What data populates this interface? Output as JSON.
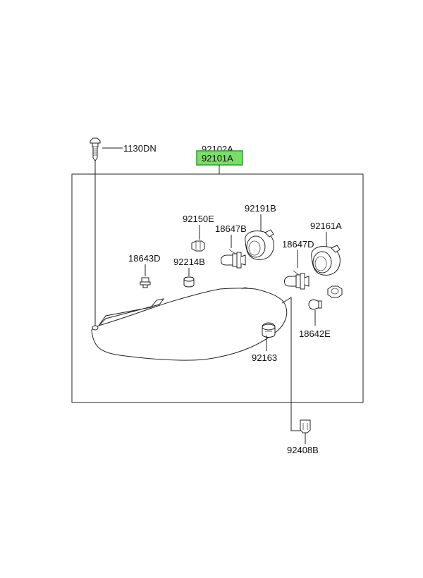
{
  "parts": {
    "p_1130DN": "1130DN",
    "p_92102A": "92102A",
    "p_92101A": "92101A",
    "p_92150E": "92150E",
    "p_92191B": "92191B",
    "p_18647B": "18647B",
    "p_92161A": "92161A",
    "p_18647D": "18647D",
    "p_18643D": "18643D",
    "p_92214B": "92214B",
    "p_18642E": "18642E",
    "p_92163": "92163",
    "p_92408B": "92408B"
  },
  "highlight_color": "#7ddc6a",
  "highlight_border": "#2f9e2f"
}
